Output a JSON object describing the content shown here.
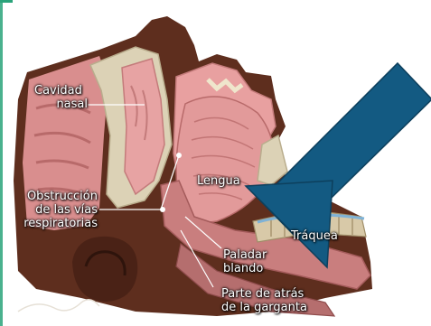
{
  "figure": {
    "labels": {
      "nasal_cavity": [
        "Cavidad",
        "nasal"
      ],
      "airway_obstruction": [
        "Obstrucción",
        "de las vías",
        "respiratorias"
      ],
      "tongue": "Lengua",
      "trachea": "Tráquea",
      "soft_palate": [
        "Paladar",
        "blando"
      ],
      "back_of_throat": [
        "Parte de atrás",
        "de la garganta"
      ]
    },
    "colors": {
      "skin": "#5e2e1e",
      "tissue": "#e8a0a0",
      "bone": "#d9cfb3",
      "arrow": "#135a82",
      "frame_accent": "#2aa37a"
    }
  }
}
